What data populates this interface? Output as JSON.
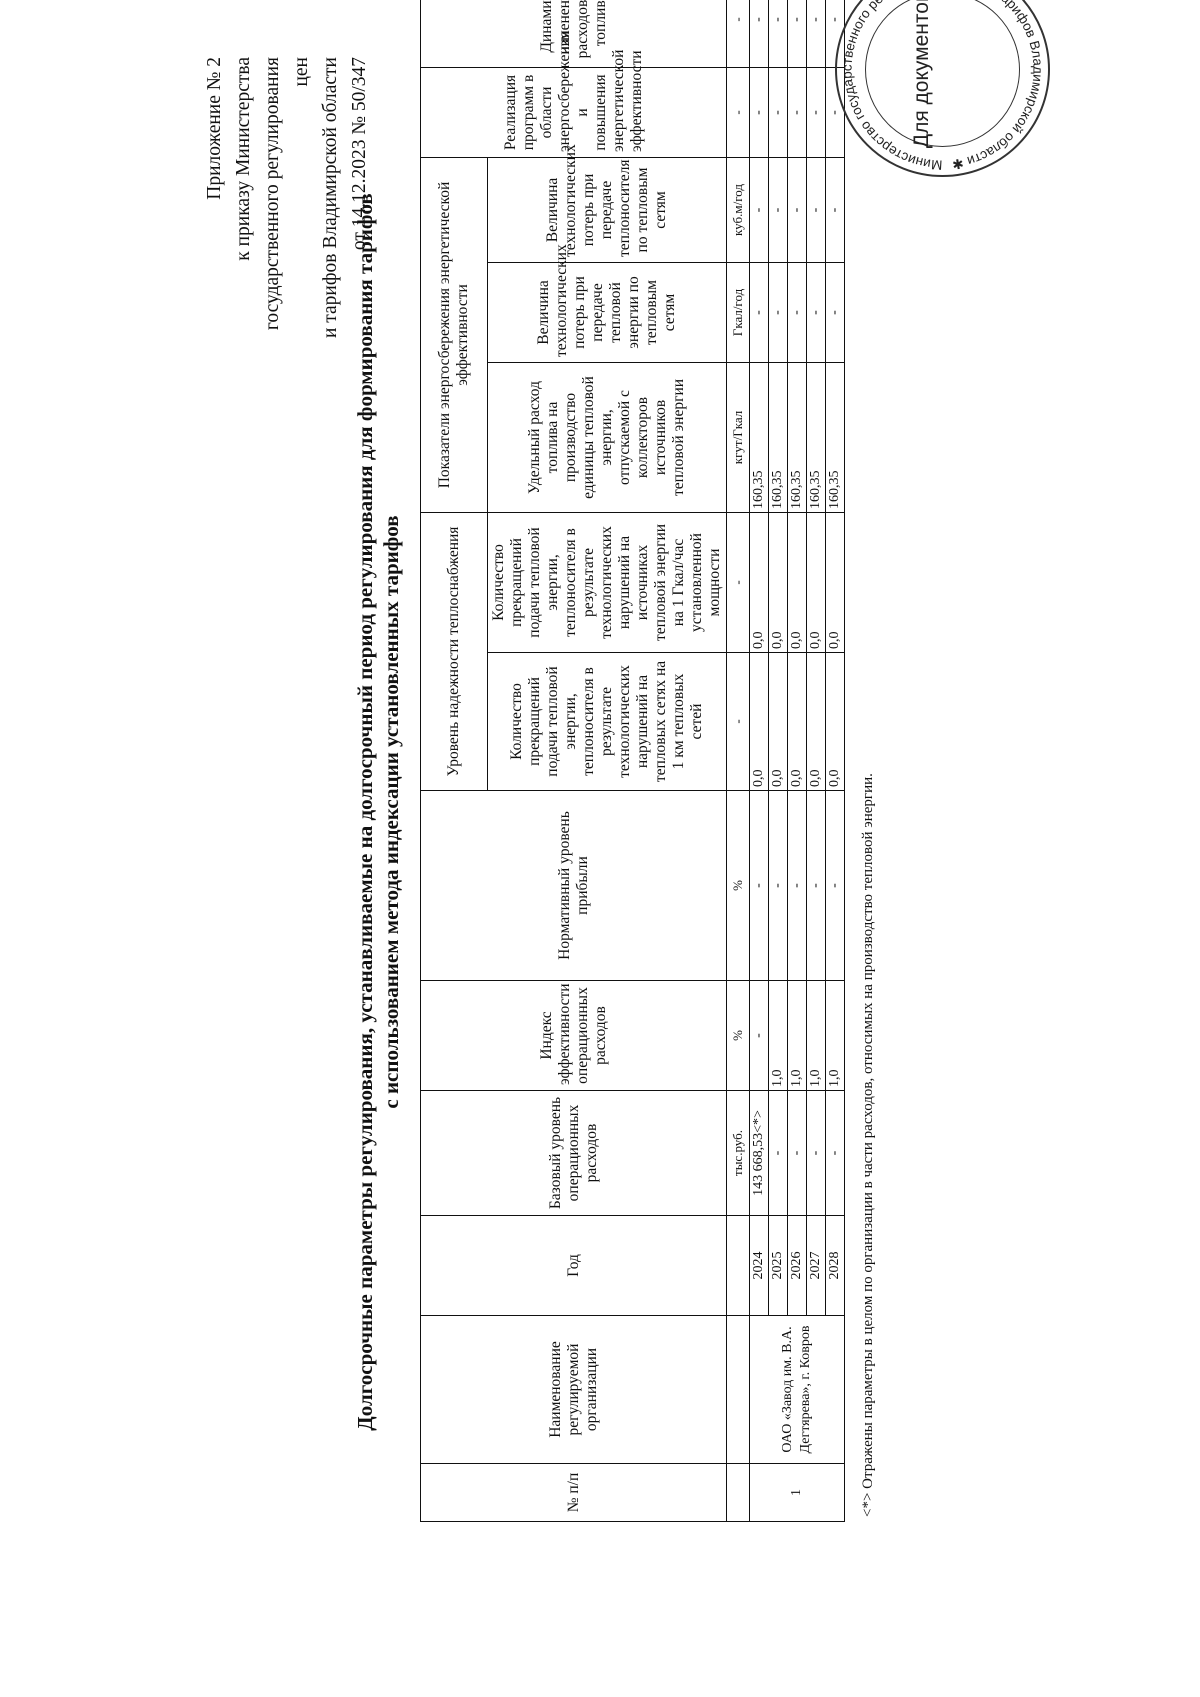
{
  "appendix": {
    "line1": "Приложение № 2",
    "line2": "к приказу Министерства",
    "line3": "государственного регулирования цен",
    "line4": "и тарифов Владимирской области",
    "line5": "от 14.12.2023 № 50/347"
  },
  "title": {
    "line1": "Долгосрочные параметры регулирования, устанавливаемые на долгосрочный период регулирования для формирования тарифов",
    "line2": "с использованием метода индексации установленных тарифов"
  },
  "table": {
    "headers": {
      "num": "№ п/п",
      "org": "Наименование регулируемой организации",
      "year": "Год",
      "base_opex": "Базовый уровень операционных расходов",
      "eff_index": "Индекс эффективности операционных расходов",
      "profit": "Нормативный уровень прибыли",
      "reliability": "Уровень надежности теплоснабжения",
      "rel_networks": "Количество прекращений подачи тепловой энергии, теплоносителя в результате технологических нарушений на тепловых сетях на 1 км тепловых сетей",
      "rel_sources": "Количество прекращений подачи тепловой энергии, теплоносителя в результате технологических нарушений на источниках тепловой энергии на 1 Гкал/час установленной мощности",
      "energy_eff": "Показатели энергосбережения энергетической эффективности",
      "fuel_rate": "Удельный расход топлива на производство единицы тепловой энергии, отпускаемой с коллекторов источников тепловой энергии",
      "heat_losses": "Величина технологических потерь при передаче тепловой энергии по тепловым сетям",
      "carrier_losses": "Величина технологических потерь при передаче теплоносителя по тепловым сетям",
      "programs": "Реализация программ в области энергосбережения и повышения энергетической эффективности",
      "fuel_dynamics": "Динамика изменения расходов на топливо"
    },
    "units": {
      "base_opex": "тыс.руб.",
      "eff_index": "%",
      "profit": "%",
      "rel_networks": "-",
      "rel_sources": "-",
      "fuel_rate": "кгут/Гкал",
      "heat_losses": "Гкал/год",
      "carrier_losses": "куб.м/год",
      "programs": "-",
      "fuel_dynamics": "-"
    },
    "organization": {
      "num": "1",
      "name": "ОАО «Завод им. В.А. Дегтярева», г. Ковров"
    },
    "rows": [
      {
        "year": "2024",
        "base_opex": "143 668,53<*>",
        "eff_index": "-",
        "profit": "-",
        "rel_networks": "0,0",
        "rel_sources": "0,0",
        "fuel_rate": "160,35",
        "heat_losses": "-",
        "carrier_losses": "-",
        "programs": "-",
        "fuel_dynamics": "-"
      },
      {
        "year": "2025",
        "base_opex": "-",
        "eff_index": "1,0",
        "profit": "-",
        "rel_networks": "0,0",
        "rel_sources": "0,0",
        "fuel_rate": "160,35",
        "heat_losses": "-",
        "carrier_losses": "-",
        "programs": "-",
        "fuel_dynamics": "-"
      },
      {
        "year": "2026",
        "base_opex": "-",
        "eff_index": "1,0",
        "profit": "-",
        "rel_networks": "0,0",
        "rel_sources": "0,0",
        "fuel_rate": "160,35",
        "heat_losses": "-",
        "carrier_losses": "-",
        "programs": "-",
        "fuel_dynamics": "-"
      },
      {
        "year": "2027",
        "base_opex": "-",
        "eff_index": "1,0",
        "profit": "-",
        "rel_networks": "0,0",
        "rel_sources": "0,0",
        "fuel_rate": "160,35",
        "heat_losses": "-",
        "carrier_losses": "-",
        "programs": "-",
        "fuel_dynamics": "-"
      },
      {
        "year": "2028",
        "base_opex": "-",
        "eff_index": "1,0",
        "profit": "-",
        "rel_networks": "0,0",
        "rel_sources": "0,0",
        "fuel_rate": "160,35",
        "heat_losses": "-",
        "carrier_losses": "-",
        "programs": "-",
        "fuel_dynamics": "-"
      }
    ]
  },
  "footnote": "<*> Отражены параметры в целом по организации в части расходов, относимых на производство тепловой энергии.",
  "stamp": {
    "text": "Для документов",
    "ring_text": "Министерство государственного регулирования цен и тарифов Владимирской области ✱"
  }
}
